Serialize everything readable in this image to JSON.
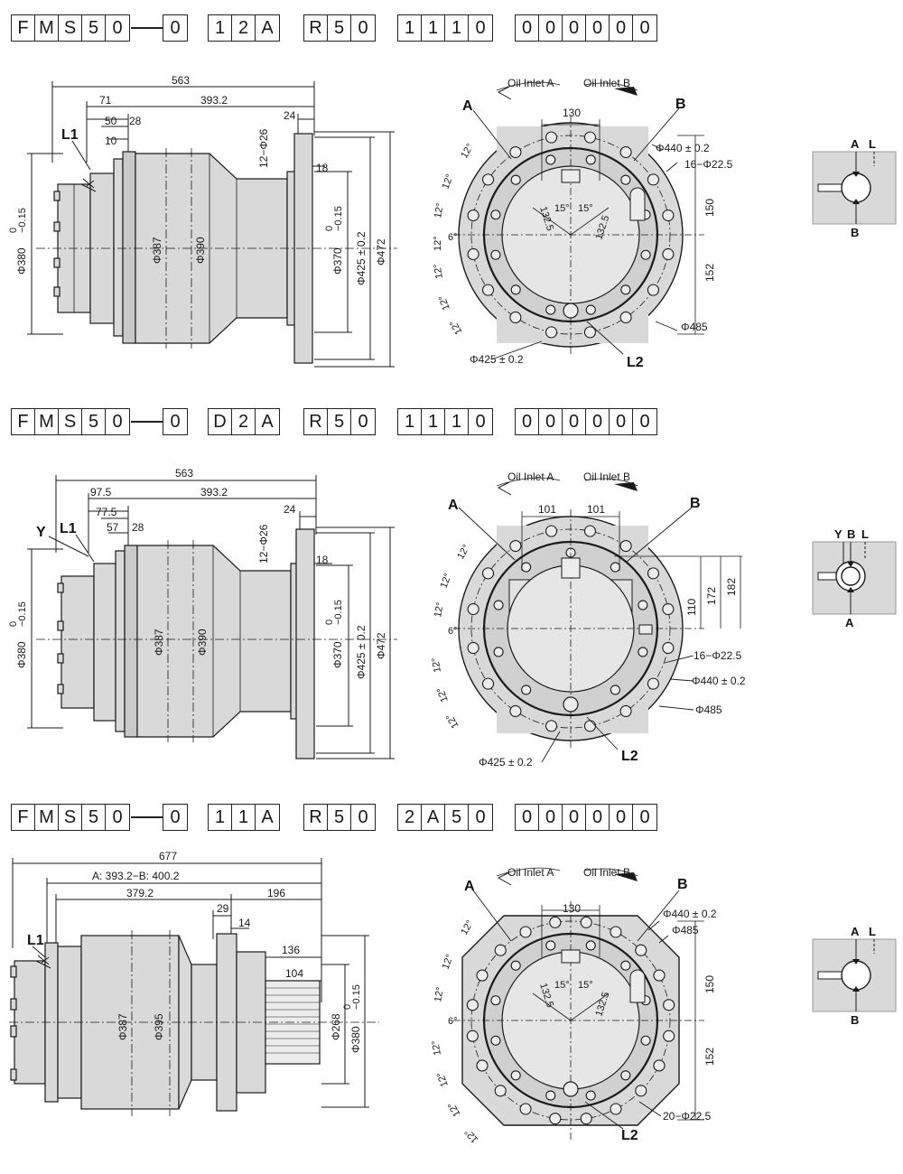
{
  "sections": [
    {
      "code": [
        "FMS50",
        "0",
        "12A",
        "R50",
        "1110",
        "000000"
      ],
      "side": {
        "overall": "563",
        "d1": "393.2",
        "d71": "71",
        "d50": "50",
        "d28": "28",
        "d10": "10",
        "holes": "12−Φ26",
        "d24": "24",
        "d18": "18",
        "phi380": "Φ380",
        "tol380": "0",
        "tol380b": "−0.15",
        "phi387": "Φ387",
        "phi390": "Φ390",
        "phi370": "Φ370",
        "tol370": "0",
        "tol370b": "−0.15",
        "phi425": "Φ425 ± 0.2",
        "phi472": "Φ472",
        "l1": "L1"
      },
      "front": {
        "inletA": "Oil Inlet A",
        "inletB": "Oil Inlet B",
        "a": "A",
        "b": "B",
        "w": "130",
        "p440": "Φ440 ± 0.2",
        "holes": "16−Φ22.5",
        "h150": "150",
        "h152": "152",
        "p485": "Φ485",
        "p425": "Φ425 ± 0.2",
        "l2": "L2",
        "ang12": "12°",
        "ang6": "6°",
        "ang15": "15°",
        "r132": "132.5"
      },
      "schematic": {
        "top1": "A",
        "top2": "L",
        "bottom": "B"
      }
    },
    {
      "code": [
        "FMS50",
        "0",
        "D2A",
        "R50",
        "1110",
        "000000"
      ],
      "side": {
        "overall": "563",
        "d1": "393.2",
        "d97": "97.5",
        "d77": "77.5",
        "d57": "57",
        "d28": "28",
        "holes": "12−Φ26",
        "d24": "24",
        "d18": "18",
        "phi380": "Φ380",
        "tol380": "0",
        "tol380b": "−0.15",
        "phi387": "Φ387",
        "phi390": "Φ390",
        "phi370": "Φ370",
        "tol370": "0",
        "tol370b": "−0.15",
        "phi425": "Φ425 ± 0.2",
        "phi472": "Φ472",
        "l1": "L1",
        "y": "Y"
      },
      "front": {
        "inletA": "Oil Inlet A",
        "inletB": "Oil Inlet B",
        "a": "A",
        "b": "B",
        "w1": "101",
        "w2": "101",
        "h110": "110",
        "h172": "172",
        "h182": "182",
        "holes": "16−Φ22.5",
        "p440": "Φ440 ± 0.2",
        "p485": "Φ485",
        "p425": "Φ425 ± 0.2",
        "l2": "L2",
        "ang12": "12°",
        "ang6": "6°"
      },
      "schematic": {
        "top1": "Y",
        "top2": "B",
        "top3": "L",
        "bottom": "A"
      }
    },
    {
      "code": [
        "FMS50",
        "0",
        "11A",
        "R50",
        "2A50",
        "000000"
      ],
      "side": {
        "overall": "677",
        "d1": "A: 393.2−B: 400.2",
        "d379": "379.2",
        "d196": "196",
        "d29": "29",
        "d14": "14",
        "d136": "136",
        "d104": "104",
        "phi387": "Φ387",
        "phi395": "Φ395",
        "phi268": "Φ268",
        "phi380": "Φ380",
        "tol380": "0",
        "tol380b": "−0.15",
        "l1": "L1"
      },
      "front": {
        "inletA": "Oil Inlet A",
        "inletB": "Oil Inlet B",
        "a": "A",
        "b": "B",
        "w": "130",
        "p440": "Φ440 ± 0.2",
        "p485": "Φ485",
        "h150": "150",
        "h152": "152",
        "holes": "20−Φ22.5",
        "l2": "L2",
        "ang12": "12°",
        "ang6": "6°",
        "ang15": "15°",
        "r132": "132.5"
      },
      "schematic": {
        "top1": "A",
        "top2": "L",
        "bottom": "B"
      }
    }
  ],
  "colors": {
    "body_fill": "#d9d9d9",
    "dark": "#1a1a1a",
    "light_fill": "#ececec"
  }
}
